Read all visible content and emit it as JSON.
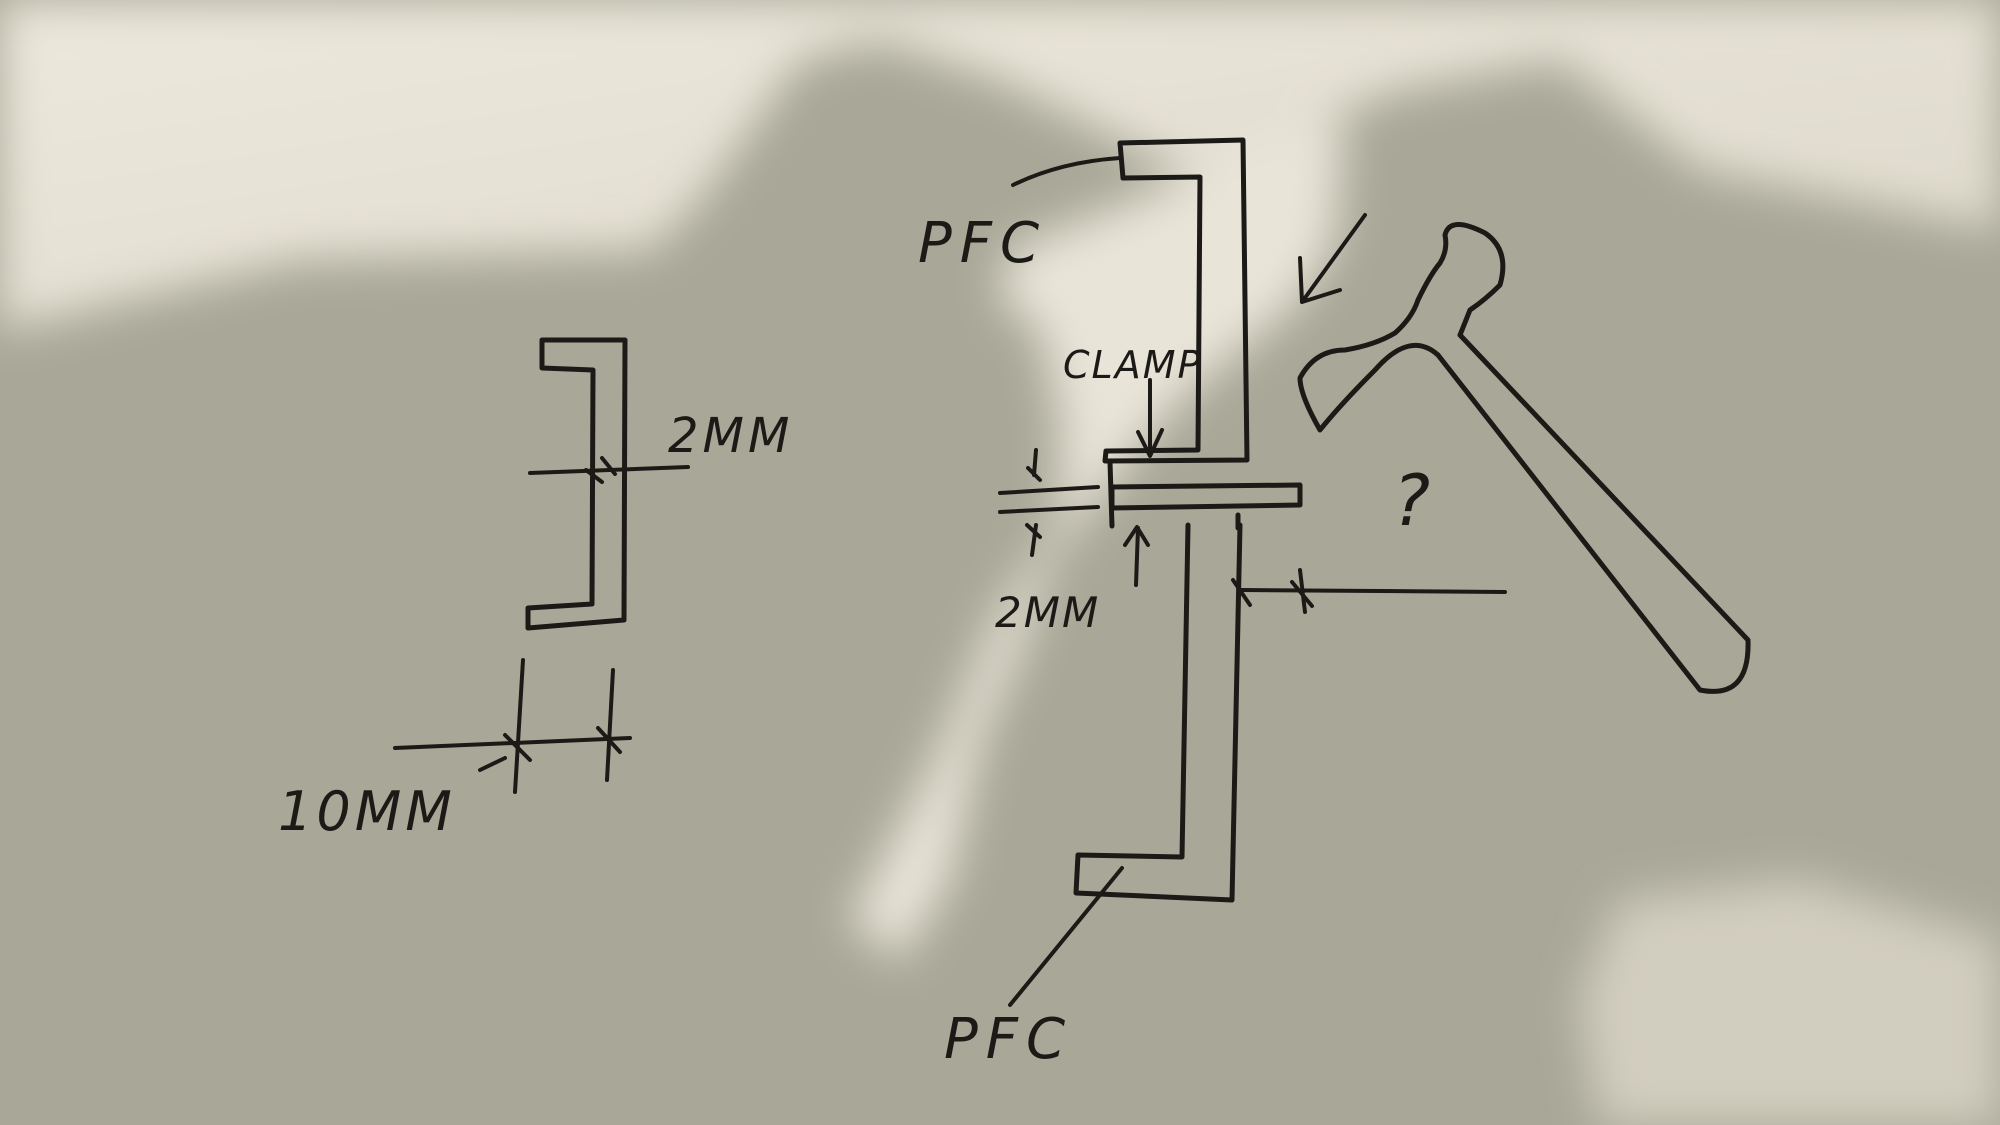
{
  "diagram": {
    "labels": {
      "pfc_top": "PFC",
      "pfc_bottom": "PFC",
      "clamp": "CLAMP",
      "thickness_left": "2MM",
      "thickness_center": "2MM",
      "width_left": "10MM",
      "unknown_gap": "?"
    },
    "colors": {
      "ink": "#1c1a17",
      "paper_light": "#e6e2d6",
      "paper_shadow": "#a9a898"
    }
  }
}
